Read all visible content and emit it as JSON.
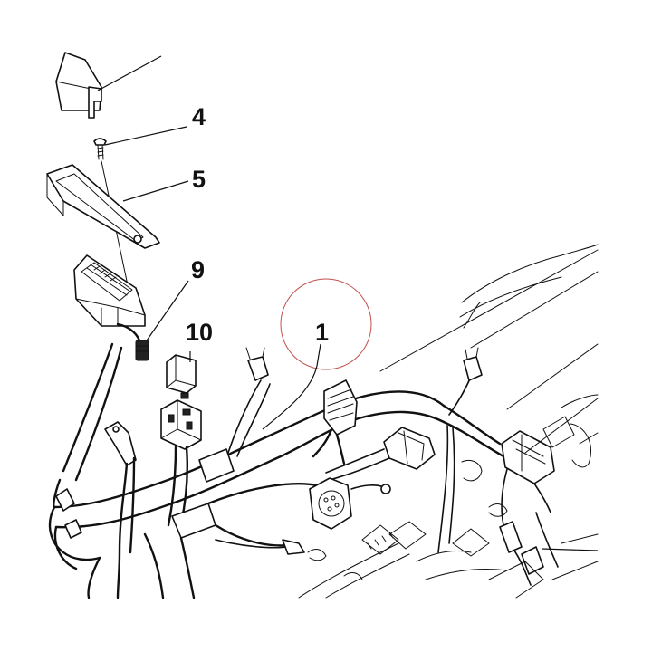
{
  "callouts": {
    "c4": "4",
    "c5": "5",
    "c9": "9",
    "c10": "10",
    "c1": "1"
  },
  "colors": {
    "line": "#111111",
    "background": "#ffffff",
    "highlight_circle": "#c0504d"
  }
}
